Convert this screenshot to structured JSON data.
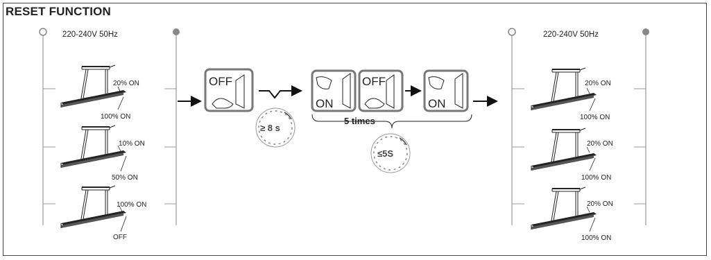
{
  "title": "RESET FUNCTION",
  "left_panel": {
    "voltage": "220-240V 50Hz",
    "lamps": [
      {
        "top_label": "20% ON",
        "bottom_label": "100% ON"
      },
      {
        "top_label": "10% ON",
        "bottom_label": "50% ON"
      },
      {
        "top_label": "100% ON",
        "bottom_label": "OFF"
      }
    ]
  },
  "right_panel": {
    "voltage": "220-240V 50Hz",
    "lamps": [
      {
        "top_label": "20% ON",
        "bottom_label": "100% ON"
      },
      {
        "top_label": "20% ON",
        "bottom_label": "100% ON"
      },
      {
        "top_label": "20% ON",
        "bottom_label": "100% ON"
      }
    ]
  },
  "steps": {
    "switch_off_label": "OFF",
    "switch_on_label": "ON",
    "hold_time": "≥ 8 s",
    "repeat_label": "5 times",
    "interval_time": "≤5S"
  }
}
